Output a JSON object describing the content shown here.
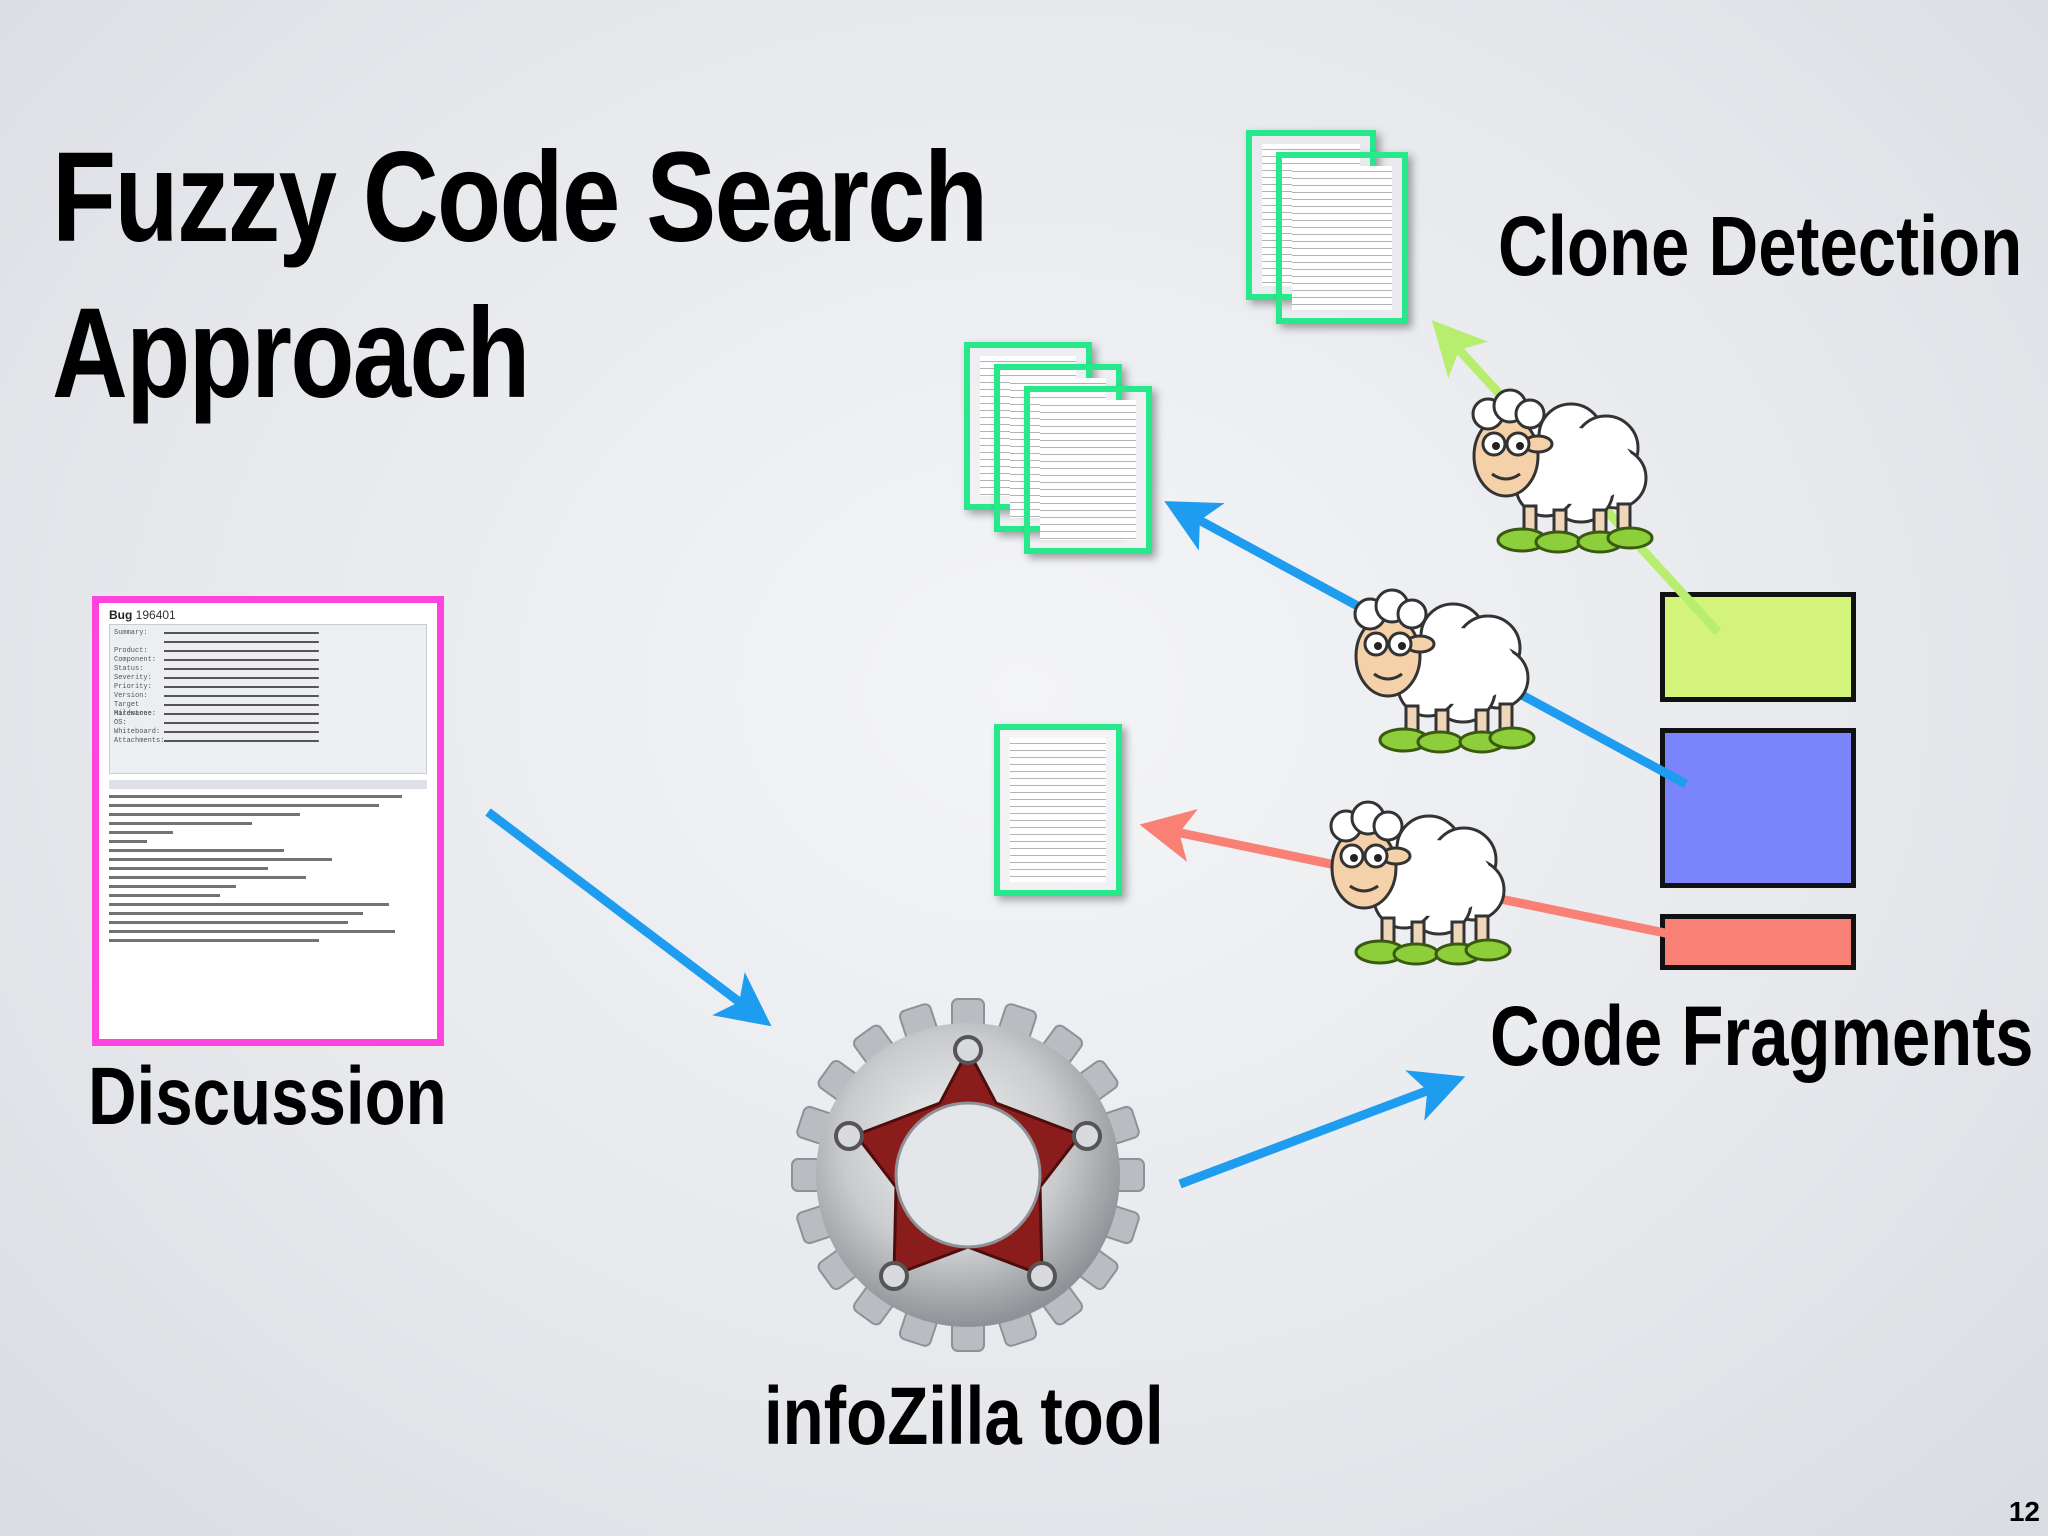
{
  "slide": {
    "title_line1": "Fuzzy Code Search",
    "title_line2": "Approach",
    "page_number": "12"
  },
  "labels": {
    "clone_detection": "Clone Detection",
    "code_fragments": "Code Fragments",
    "discussion": "Discussion",
    "tool": "infoZilla tool"
  },
  "bug_report": {
    "title_prefix": "Bug",
    "bug_number": "196401",
    "fields": [
      "Summary:",
      "Product:",
      "Component:",
      "Status:",
      "Severity:",
      "Priority:",
      "Version:",
      "Target Milestone:",
      "Hardware:",
      "OS:",
      "Whiteboard:",
      "Attachments:"
    ]
  },
  "colors": {
    "doc_border": "#28e88c",
    "bug_frame": "#ff44dd",
    "arrow_blue": "#1e9cf0",
    "arrow_green": "#b8ee70",
    "arrow_red": "#f98074",
    "fragment_green": "#d4f37a",
    "fragment_blue": "#7b85fb",
    "fragment_red": "#f98074",
    "gear_silver": "#c9cbce",
    "spider_red": "#8a1c1c"
  },
  "icons": [
    "sheep-icon",
    "gear-icon",
    "document-icon"
  ]
}
